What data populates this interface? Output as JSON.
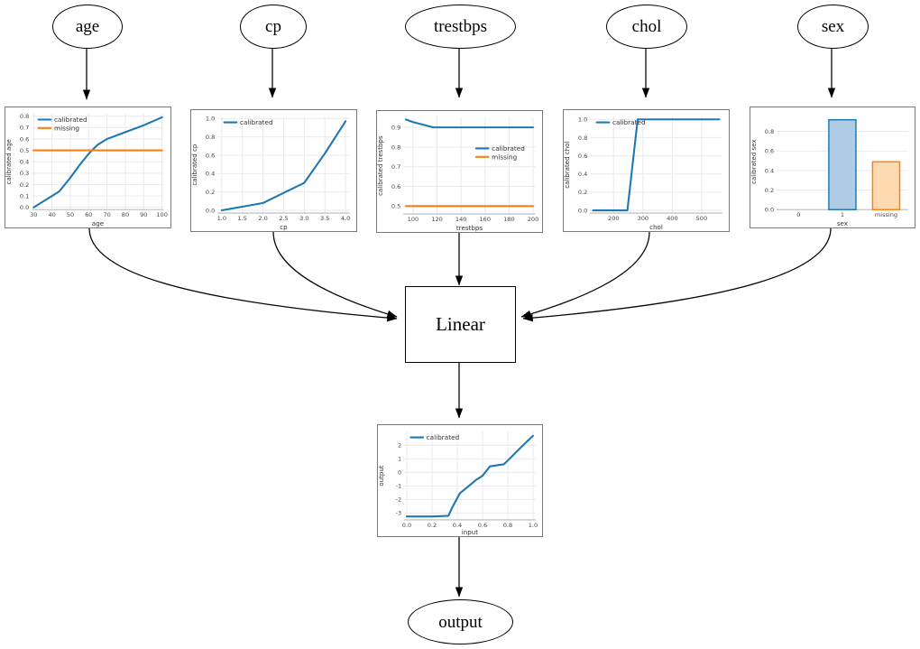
{
  "graph": {
    "input_nodes": [
      {
        "id": "age",
        "label": "age"
      },
      {
        "id": "cp",
        "label": "cp"
      },
      {
        "id": "trestbps",
        "label": "trestbps"
      },
      {
        "id": "chol",
        "label": "chol"
      },
      {
        "id": "sex",
        "label": "sex"
      }
    ],
    "linear_node": {
      "label": "Linear"
    },
    "output_node": {
      "label": "output"
    }
  },
  "colors": {
    "calibrated": "#1f77b4",
    "missing": "#ff7f0e",
    "bar_blue_fill": "#aecde4",
    "bar_orange_fill": "#ffd9b0",
    "panel_border": "#7a7a7a",
    "grid": "#e9e9ee"
  },
  "legend_labels": {
    "calibrated": "calibrated",
    "missing": "missing"
  },
  "chart_data": [
    {
      "id": "age",
      "type": "line",
      "title": "",
      "xlabel": "age",
      "ylabel": "calibrated age",
      "xlim": [
        29,
        101
      ],
      "ylim": [
        -0.02,
        0.82
      ],
      "xticks": [
        30,
        40,
        50,
        60,
        70,
        80,
        90,
        100
      ],
      "yticks": [
        0.0,
        0.1,
        0.2,
        0.3,
        0.4,
        0.5,
        0.6,
        0.7,
        0.8
      ],
      "grid": true,
      "legend": "upper left",
      "legend_entries": [
        "calibrated",
        "missing"
      ],
      "series": [
        {
          "name": "calibrated",
          "color": "#1f77b4",
          "x": [
            30,
            39,
            44,
            50,
            55,
            60,
            63,
            65,
            70,
            80,
            90,
            100
          ],
          "y": [
            0.0,
            0.09,
            0.14,
            0.26,
            0.37,
            0.47,
            0.52,
            0.55,
            0.6,
            0.66,
            0.72,
            0.79
          ]
        },
        {
          "name": "missing",
          "color": "#ff7f0e",
          "x": [
            30,
            100
          ],
          "y": [
            0.5,
            0.5
          ]
        }
      ]
    },
    {
      "id": "cp",
      "type": "line",
      "title": "",
      "xlabel": "cp",
      "ylabel": "calibrated cp",
      "xlim": [
        0.9,
        4.1
      ],
      "ylim": [
        -0.03,
        1.02
      ],
      "xticks": [
        1.0,
        1.5,
        2.0,
        2.5,
        3.0,
        3.5,
        4.0
      ],
      "yticks": [
        0.0,
        0.2,
        0.4,
        0.6,
        0.8,
        1.0
      ],
      "grid": true,
      "legend": "upper left",
      "legend_entries": [
        "calibrated"
      ],
      "series": [
        {
          "name": "calibrated",
          "color": "#1f77b4",
          "x": [
            1.0,
            1.5,
            2.0,
            2.5,
            3.0,
            3.5,
            4.0
          ],
          "y": [
            0.0,
            0.04,
            0.08,
            0.19,
            0.3,
            0.62,
            0.97
          ]
        }
      ]
    },
    {
      "id": "trestbps",
      "type": "line",
      "title": "",
      "xlabel": "trestbps",
      "ylabel": "calibrated trestbps",
      "xlim": [
        92,
        202
      ],
      "ylim": [
        0.46,
        0.95
      ],
      "xticks": [
        100,
        120,
        140,
        160,
        180,
        200
      ],
      "yticks": [
        0.5,
        0.6,
        0.7,
        0.8,
        0.9
      ],
      "grid": true,
      "legend": "center right",
      "legend_entries": [
        "calibrated",
        "missing"
      ],
      "series": [
        {
          "name": "calibrated",
          "color": "#1f77b4",
          "x": [
            94,
            100,
            117,
            120,
            160,
            200
          ],
          "y": [
            0.94,
            0.927,
            0.9,
            0.9,
            0.9,
            0.9
          ]
        },
        {
          "name": "missing",
          "color": "#ff7f0e",
          "x": [
            94,
            200
          ],
          "y": [
            0.5,
            0.5
          ]
        }
      ]
    },
    {
      "id": "chol",
      "type": "line",
      "title": "",
      "xlabel": "chol",
      "ylabel": "calibrated chol",
      "xlim": [
        120,
        570
      ],
      "ylim": [
        -0.03,
        1.03
      ],
      "xticks": [
        200,
        300,
        400,
        500
      ],
      "yticks": [
        0.0,
        0.2,
        0.4,
        0.6,
        0.8,
        1.0
      ],
      "grid": true,
      "legend": "upper left",
      "legend_entries": [
        "calibrated"
      ],
      "series": [
        {
          "name": "calibrated",
          "color": "#1f77b4",
          "x": [
            130,
            240,
            247,
            282,
            290,
            400,
            560
          ],
          "y": [
            0.0,
            0.0,
            0.0,
            1.0,
            1.0,
            1.0,
            1.0
          ]
        }
      ]
    },
    {
      "id": "sex",
      "type": "bar",
      "title": "",
      "xlabel": "sex",
      "ylabel": "calibrated sex",
      "categories": [
        "0",
        "1",
        "missing"
      ],
      "values": [
        0.0,
        0.92,
        0.49
      ],
      "bar_colors": [
        "#aecde4",
        "#aecde4",
        "#ffd9b0"
      ],
      "ylim": [
        0.0,
        0.98
      ],
      "yticks": [
        0.0,
        0.2,
        0.4,
        0.6,
        0.8
      ],
      "grid": true,
      "legend": "none"
    },
    {
      "id": "output",
      "type": "line",
      "title": "",
      "xlabel": "input",
      "ylabel": "output",
      "xlim": [
        -0.02,
        1.02
      ],
      "ylim": [
        -3.5,
        3.0
      ],
      "xticks": [
        0.0,
        0.2,
        0.4,
        0.6,
        0.8,
        1.0
      ],
      "yticks": [
        -3,
        -2,
        -1,
        0,
        1,
        2
      ],
      "grid": true,
      "legend": "upper left",
      "legend_entries": [
        "calibrated"
      ],
      "series": [
        {
          "name": "calibrated",
          "color": "#1f77b4",
          "x": [
            0.0,
            0.2,
            0.33,
            0.36,
            0.42,
            0.48,
            0.55,
            0.6,
            0.66,
            0.7,
            0.77,
            0.82,
            0.9,
            1.0
          ],
          "y": [
            -3.25,
            -3.25,
            -3.2,
            -2.6,
            -1.55,
            -1.1,
            -0.55,
            -0.25,
            0.45,
            0.5,
            0.6,
            1.05,
            1.8,
            2.7
          ]
        }
      ]
    }
  ]
}
